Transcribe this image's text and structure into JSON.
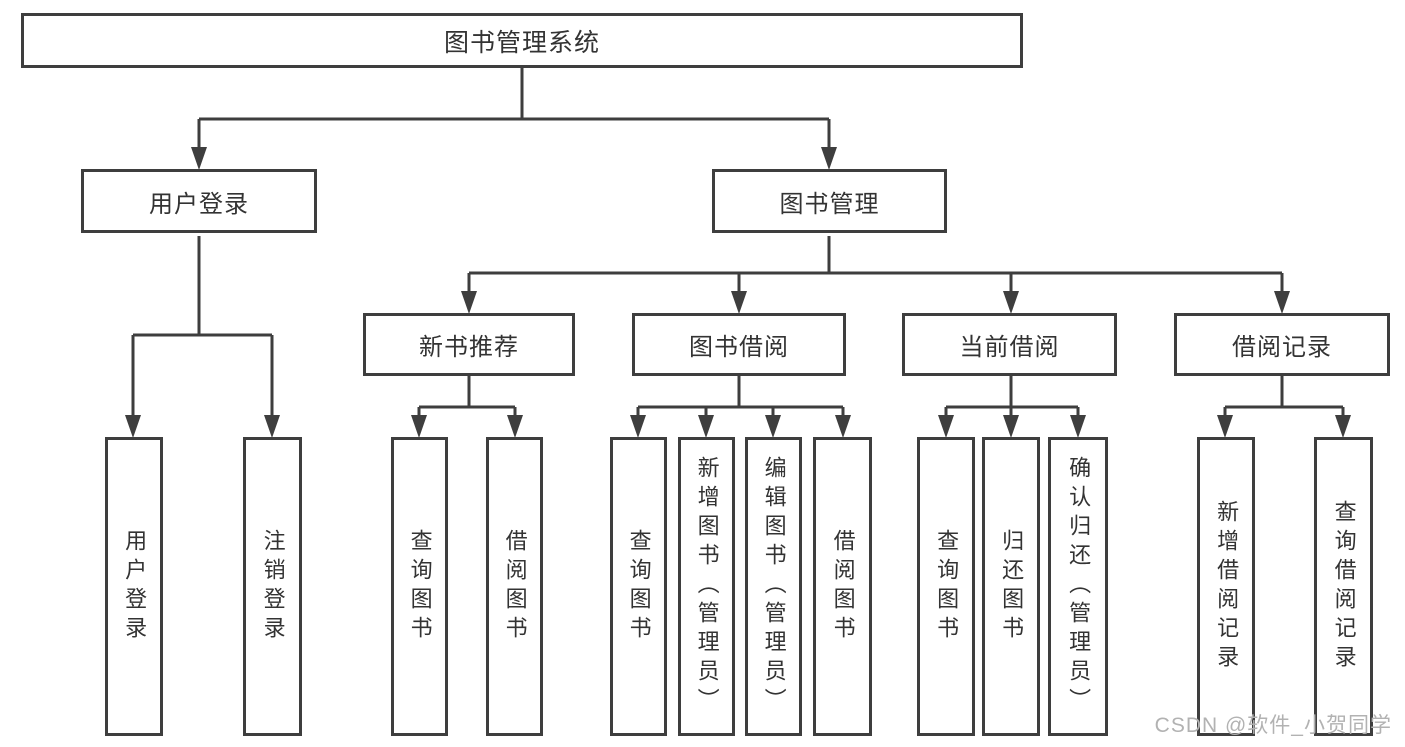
{
  "tree": {
    "root": {
      "label": "图书管理系统"
    },
    "branches": [
      {
        "label": "用户登录",
        "leaves": [
          "用户登录",
          "注销登录"
        ]
      },
      {
        "label": "图书管理",
        "sections": [
          {
            "label": "新书推荐",
            "leaves": [
              "查询图书",
              "借阅图书"
            ]
          },
          {
            "label": "图书借阅",
            "leaves": [
              "查询图书",
              "新增图书（管理员）",
              "编辑图书（管理员）",
              "借阅图书"
            ]
          },
          {
            "label": "当前借阅",
            "leaves": [
              "查询图书",
              "归还图书",
              "确认归还（管理员）"
            ]
          },
          {
            "label": "借阅记录",
            "leaves": [
              "新增借阅记录",
              "查询借阅记录"
            ]
          }
        ]
      }
    ]
  },
  "watermark": {
    "text": "CSDN @软件_小贺同学",
    "color": "#b2b2b2"
  },
  "colors": {
    "line": "#3e3e3e",
    "box_border": "#3e3e3e",
    "box_fill": "#ffffff",
    "text": "#333333",
    "background": "#ffffff"
  }
}
